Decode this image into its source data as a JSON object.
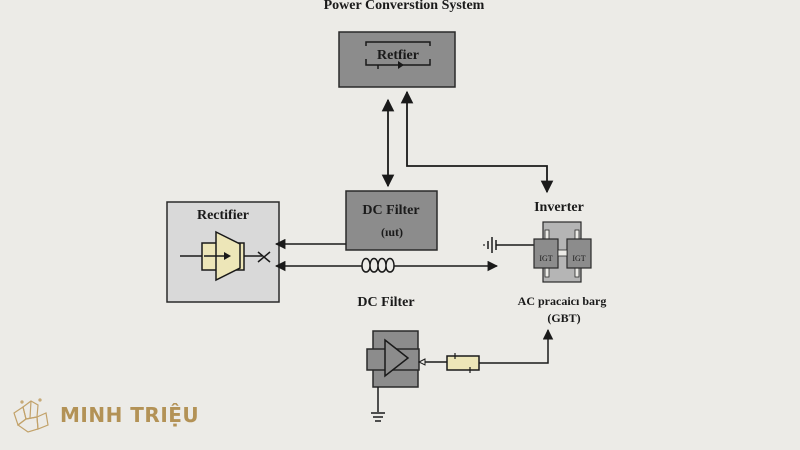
{
  "title": "Power Converstion System",
  "blocks": {
    "top_rectifier": {
      "label": "Retfier"
    },
    "rectifier": {
      "label": "Rectifier"
    },
    "dc_filter_top": {
      "label": "DC Filter",
      "sublabel": "(ıut)"
    },
    "inverter": {
      "label": "Inverter",
      "switch_labels": [
        "IGT",
        "IGT"
      ],
      "caption_line1": "AC pracaicı barg",
      "caption_line2": "(GBT)"
    },
    "dc_filter_bottom": {
      "label": "DC Filter"
    }
  },
  "brand": {
    "name": "MINH TRIỆU",
    "color": "#b39256"
  },
  "colors": {
    "background": "#ecebe7",
    "block_dark": "#8c8c8c",
    "block_light": "#d9d9d9",
    "component_yellow": "#ede6b8",
    "line": "#1a1a1a"
  }
}
